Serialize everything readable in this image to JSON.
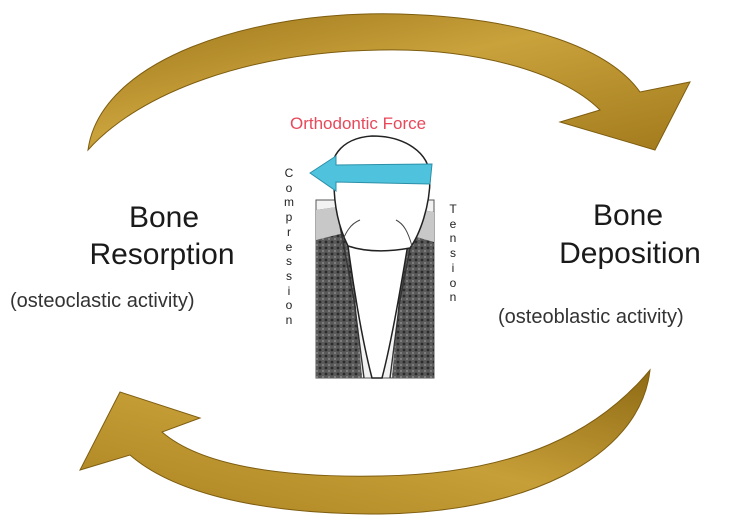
{
  "labels": {
    "left_title_line1": "Bone",
    "left_title_line2": "Resorption",
    "left_subtitle": "(osteoclastic activity)",
    "right_title_line1": "Bone",
    "right_title_line2": "Deposition",
    "right_subtitle": "(osteoblastic activity)",
    "force": "Orthodontic Force",
    "compression": "Compression",
    "tension": "Tension"
  },
  "colors": {
    "cycle_arrow": "#b8912a",
    "force_arrow": "#4fc3dd",
    "force_text": "#e8485a"
  },
  "icons": {
    "top_arrow": "curved-arrow-right-icon",
    "bottom_arrow": "curved-arrow-left-icon",
    "force_arrow": "arrow-left-icon",
    "tooth": "tooth-in-bone-icon"
  }
}
